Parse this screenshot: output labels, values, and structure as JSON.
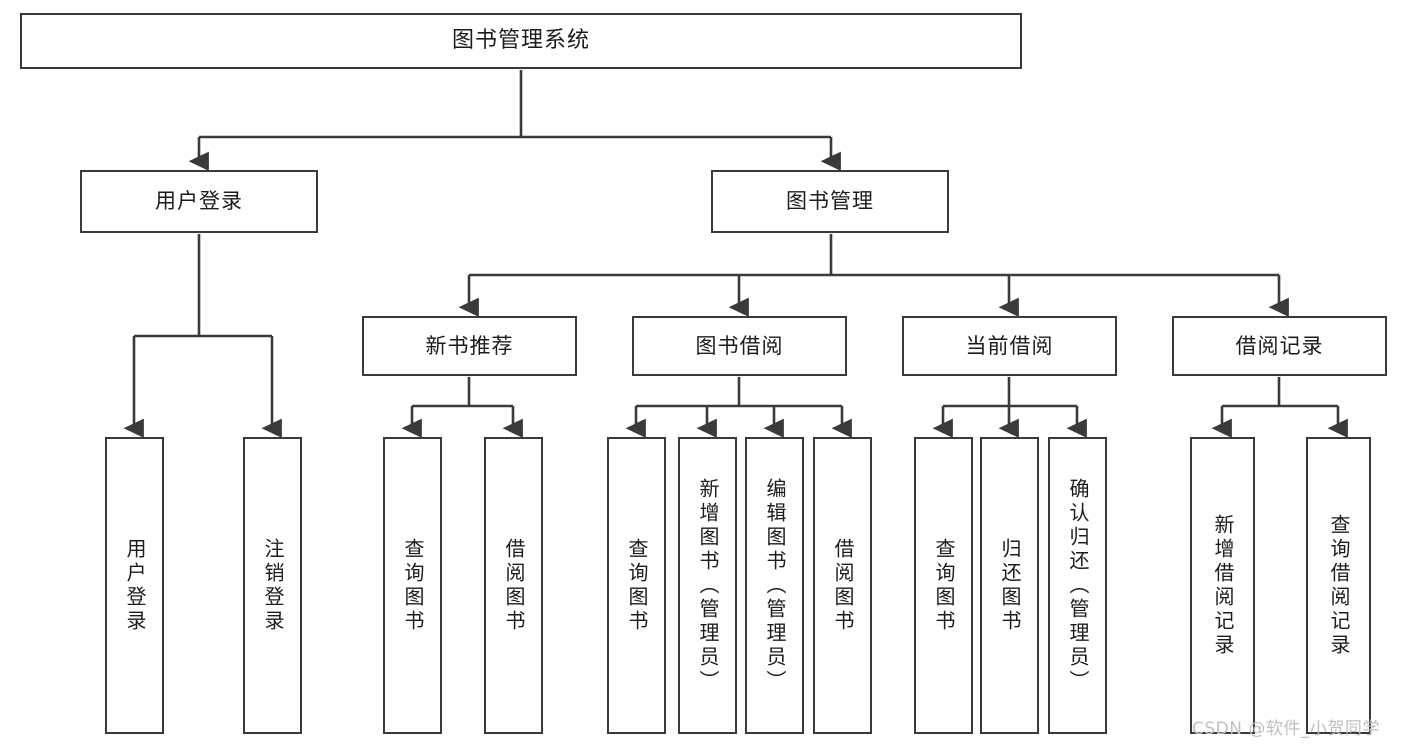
{
  "diagram": {
    "title": "图书管理系统",
    "type": "tree-hierarchy",
    "watermark": "CSDN @软件_小贺同学",
    "colors": {
      "stroke": "#3a3a3a",
      "fill": "#ffffff",
      "text": "#1c1c1c",
      "watermark": "#bfbfbf"
    },
    "nodes": {
      "root": {
        "label": "图书管理系统"
      },
      "level2": [
        {
          "id": "user-login",
          "label": "用户登录"
        },
        {
          "id": "book-manage",
          "label": "图书管理"
        }
      ],
      "level3": [
        {
          "id": "new-book-recommend",
          "label": "新书推荐"
        },
        {
          "id": "book-borrow",
          "label": "图书借阅"
        },
        {
          "id": "current-borrow",
          "label": "当前借阅"
        },
        {
          "id": "borrow-record",
          "label": "借阅记录"
        }
      ],
      "leaves": {
        "user-login": [
          {
            "id": "leaf-user-login",
            "label": "用户登录"
          },
          {
            "id": "leaf-user-logout",
            "label": "注销登录"
          }
        ],
        "new-book-recommend": [
          {
            "id": "leaf-query-book-1",
            "label": "查询图书"
          },
          {
            "id": "leaf-borrow-book-1",
            "label": "借阅图书"
          }
        ],
        "book-borrow": [
          {
            "id": "leaf-query-book-2",
            "label": "查询图书"
          },
          {
            "id": "leaf-add-book",
            "label": "新增图书（管理员）"
          },
          {
            "id": "leaf-edit-book",
            "label": "编辑图书（管理员）"
          },
          {
            "id": "leaf-borrow-book-2",
            "label": "借阅图书"
          }
        ],
        "current-borrow": [
          {
            "id": "leaf-query-book-3",
            "label": "查询图书"
          },
          {
            "id": "leaf-return-book",
            "label": "归还图书"
          },
          {
            "id": "leaf-confirm-return",
            "label": "确认归还（管理员）"
          }
        ],
        "borrow-record": [
          {
            "id": "leaf-add-record",
            "label": "新增借阅记录"
          },
          {
            "id": "leaf-query-record",
            "label": "查询借阅记录"
          }
        ]
      }
    }
  }
}
